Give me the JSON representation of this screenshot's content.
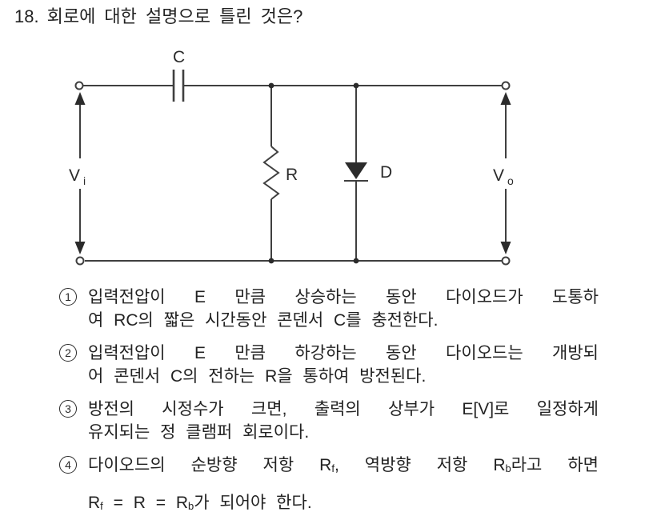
{
  "question": {
    "number": "18.",
    "text": "회로에 대한 설명으로 틀린 것은?"
  },
  "circuit": {
    "capacitor_label": "C",
    "resistor_label": "R",
    "diode_label": "D",
    "input_label": "V",
    "input_sub": "i",
    "output_label": "V",
    "output_sub": "o",
    "line_color": "#3f3f3f",
    "fill_color": "#2b2b2b"
  },
  "options": [
    {
      "number": "1",
      "lines": [
        "입력전압이 E 만큼 상승하는 동안 다이오드가 도통하",
        "여 RC의 짧은 시간동안 콘덴서 C를 충전한다."
      ]
    },
    {
      "number": "2",
      "lines": [
        "입력전압이 E 만큼 하강하는 동안 다이오드는 개방되",
        "어 콘덴서 C의 전하는 R을 통하여 방전된다."
      ]
    },
    {
      "number": "3",
      "lines": [
        "방전의 시정수가 크면, 출력의 상부가 E[V]로 일정하게",
        "유지되는 정 클램퍼 회로이다."
      ]
    },
    {
      "number": "4",
      "line1": {
        "a": "다이오드의 순방향 저항 R",
        "sub1": "f",
        "b": ", 역방향 저항 R",
        "sub2": "b",
        "c": "라고 하면"
      },
      "line2": {
        "a": "R",
        "sub1": "f",
        "b": " = R = R",
        "sub2": "b",
        "c": "가 되어야 한다."
      }
    }
  ]
}
